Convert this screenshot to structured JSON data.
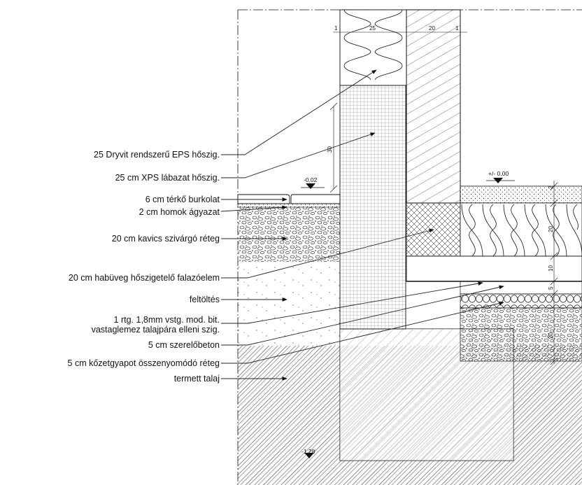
{
  "labels": {
    "eps": "25 Dryvit rendszerű EPS hőszig.",
    "xps": "25 cm XPS lábazat hőszig.",
    "paving": "6 cm térkő burkolat",
    "sand": "2 cm homok ágyazat",
    "gravel": "20 cm kavics szivárgó réteg",
    "foamglass": "20 cm habüveg hőszigetelő falazóelem",
    "fill": "feltöltés",
    "membrane": "1 rtg. 1,8mm vstg. mod. bit.\nvastaglemez talajpára elleni szig.",
    "screed": "5 cm szerelőbeton",
    "rockwool": "5 cm kőzetgyapot összenyomódó réteg",
    "soil": "termett talaj"
  },
  "dimensions": {
    "wall_1a": "1",
    "wall_25": "25",
    "wall_20": "20",
    "wall_1b": "1",
    "plinth_30": "30",
    "floor_2": "2",
    "floor_20": "20",
    "floor_10": "10",
    "floor_5": "5",
    "floor_20b": "20"
  },
  "levels": {
    "outside": "-0,02",
    "floor": "+/- 0,00",
    "bottom": "-1,28"
  },
  "colors": {
    "line": "#111111",
    "leader": "#222222",
    "background": "#ffffff"
  }
}
